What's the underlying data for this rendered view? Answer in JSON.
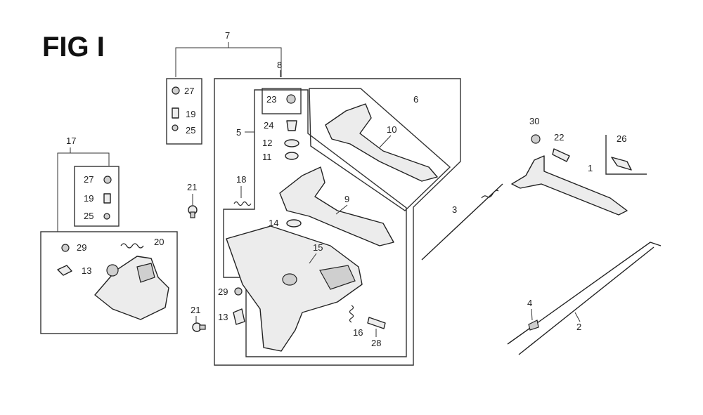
{
  "figure": {
    "title": "FIG I"
  },
  "callouts": {
    "n1": "1",
    "n2": "2",
    "n3": "3",
    "n4": "4",
    "n5": "5",
    "n6": "6",
    "n7": "7",
    "n8": "8",
    "n9": "9",
    "n10": "10",
    "n11": "11",
    "n12": "12",
    "n13a": "13",
    "n13b": "13",
    "n14": "14",
    "n15": "15",
    "n16": "16",
    "n17": "17",
    "n18": "18",
    "n19a": "19",
    "n19b": "19",
    "n20": "20",
    "n21a": "21",
    "n21b": "21",
    "n22": "22",
    "n23": "23",
    "n24": "24",
    "n25a": "25",
    "n25b": "25",
    "n26": "26",
    "n27a": "27",
    "n27b": "27",
    "n28": "28",
    "n29a": "29",
    "n29b": "29",
    "n30": "30"
  }
}
